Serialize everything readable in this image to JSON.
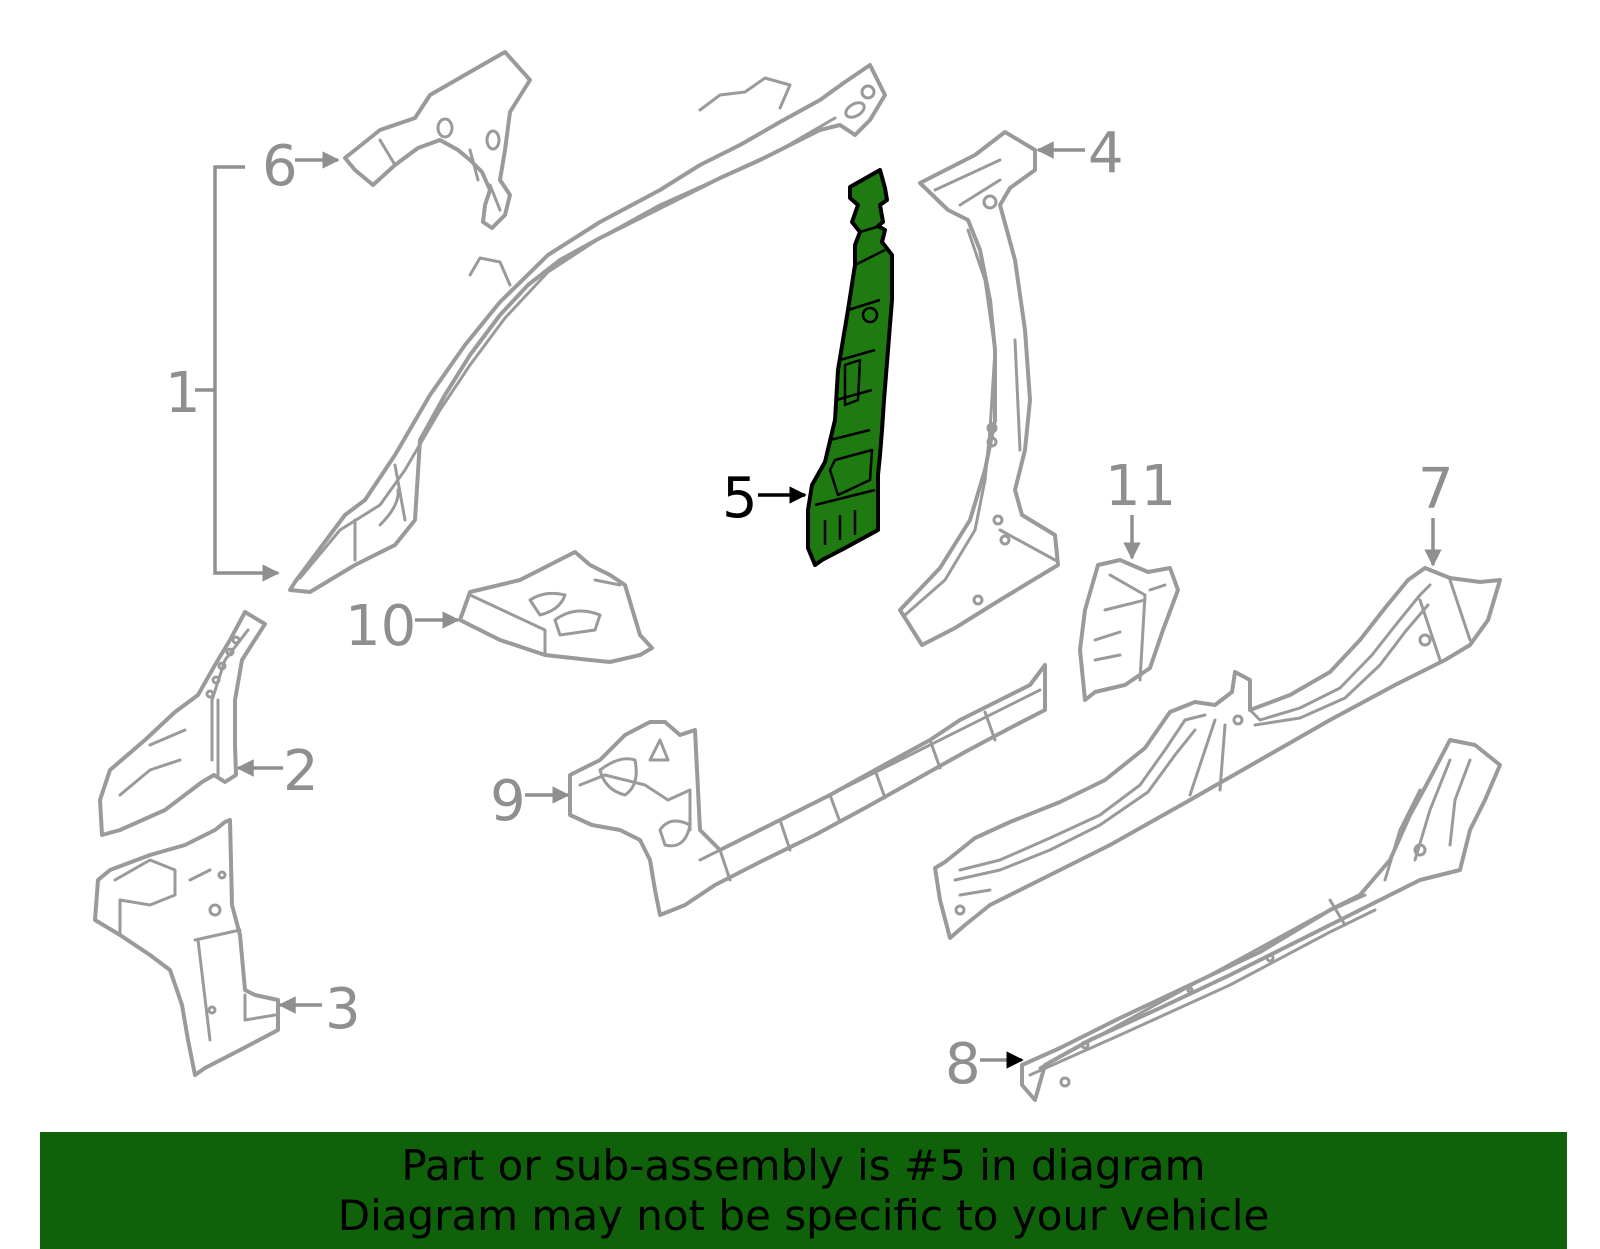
{
  "diagram": {
    "callouts": {
      "c1": "1",
      "c2": "2",
      "c3": "3",
      "c4": "4",
      "c5": "5",
      "c6": "6",
      "c7": "7",
      "c8": "8",
      "c9": "9",
      "c10": "10",
      "c11": "11"
    },
    "highlighted_part": "5",
    "colors": {
      "highlight": "#1f7a12",
      "outline": "#9a9a9a",
      "banner": "#0f610a"
    }
  },
  "banner": {
    "line1": "Part or sub-assembly is #5 in diagram",
    "line2": "Diagram may not be specific to your vehicle"
  }
}
